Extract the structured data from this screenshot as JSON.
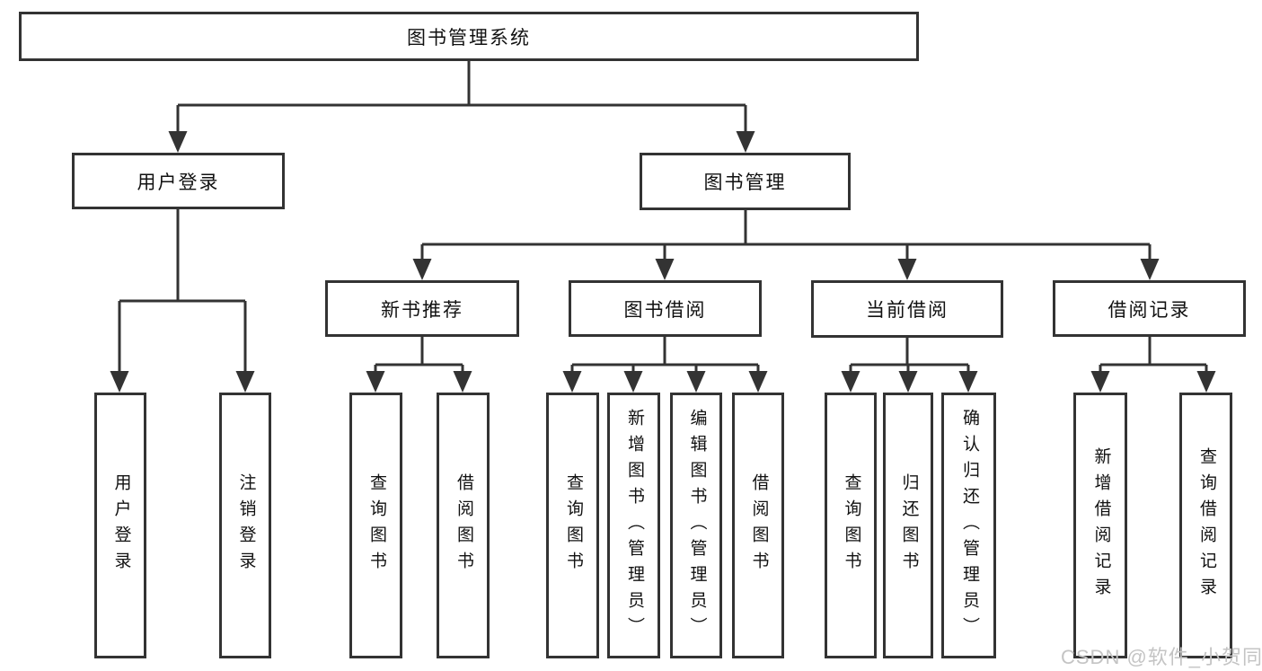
{
  "nodes": {
    "root": {
      "label": "图书管理系统"
    },
    "level2": [
      {
        "label": "用户登录"
      },
      {
        "label": "图书管理"
      }
    ],
    "level3": [
      {
        "label": "新书推荐",
        "parent": "图书管理"
      },
      {
        "label": "图书借阅",
        "parent": "图书管理"
      },
      {
        "label": "当前借阅",
        "parent": "图书管理"
      },
      {
        "label": "借阅记录",
        "parent": "图书管理"
      }
    ],
    "leaves": [
      {
        "label": "用户登录",
        "parent": "用户登录"
      },
      {
        "label": "注销登录",
        "parent": "用户登录"
      },
      {
        "label": "查询图书",
        "parent": "新书推荐"
      },
      {
        "label": "借阅图书",
        "parent": "新书推荐"
      },
      {
        "label": "查询图书",
        "parent": "图书借阅"
      },
      {
        "label": "新增图书（管理员）",
        "parent": "图书借阅"
      },
      {
        "label": "编辑图书（管理员）",
        "parent": "图书借阅"
      },
      {
        "label": "借阅图书",
        "parent": "图书借阅"
      },
      {
        "label": "查询图书",
        "parent": "当前借阅"
      },
      {
        "label": "归还图书",
        "parent": "当前借阅"
      },
      {
        "label": "确认归还（管理员）",
        "parent": "当前借阅"
      },
      {
        "label": "新增借阅记录",
        "parent": "借阅记录"
      },
      {
        "label": "查询借阅记录",
        "parent": "借阅记录"
      }
    ]
  },
  "watermark": {
    "text": "CSDN @软件_小贺同学"
  },
  "colors": {
    "line": "#333333",
    "box_border": "#333333",
    "text": "#111111",
    "background": "#ffffff",
    "watermark": "#c4c4c4"
  }
}
